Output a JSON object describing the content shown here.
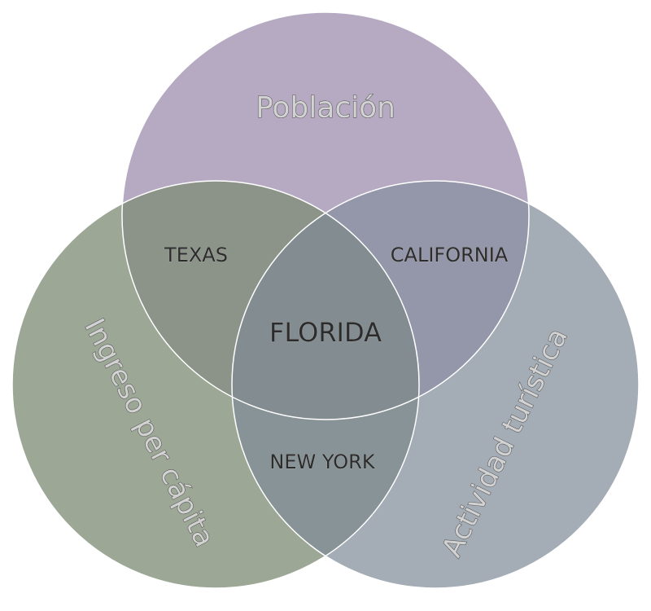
{
  "diagram": {
    "type": "venn-3",
    "sets": [
      {
        "id": "top",
        "label": "Población",
        "color": "#b6aac3"
      },
      {
        "id": "left",
        "label": "Ingreso per cápita",
        "color": "#9da795"
      },
      {
        "id": "right",
        "label": "Actividad turística",
        "color": "#a4acb5"
      }
    ],
    "regions": [
      {
        "id": "top-left",
        "label": "TEXAS",
        "color": "#8c9489"
      },
      {
        "id": "top-right",
        "label": "CALIFORNIA",
        "color": "#9497a9"
      },
      {
        "id": "left-right",
        "label": "NEW YORK",
        "color": "#879396"
      },
      {
        "id": "center",
        "label": "FLORIDA",
        "color": "#828c91"
      }
    ],
    "outline_color": "#ffffff"
  }
}
